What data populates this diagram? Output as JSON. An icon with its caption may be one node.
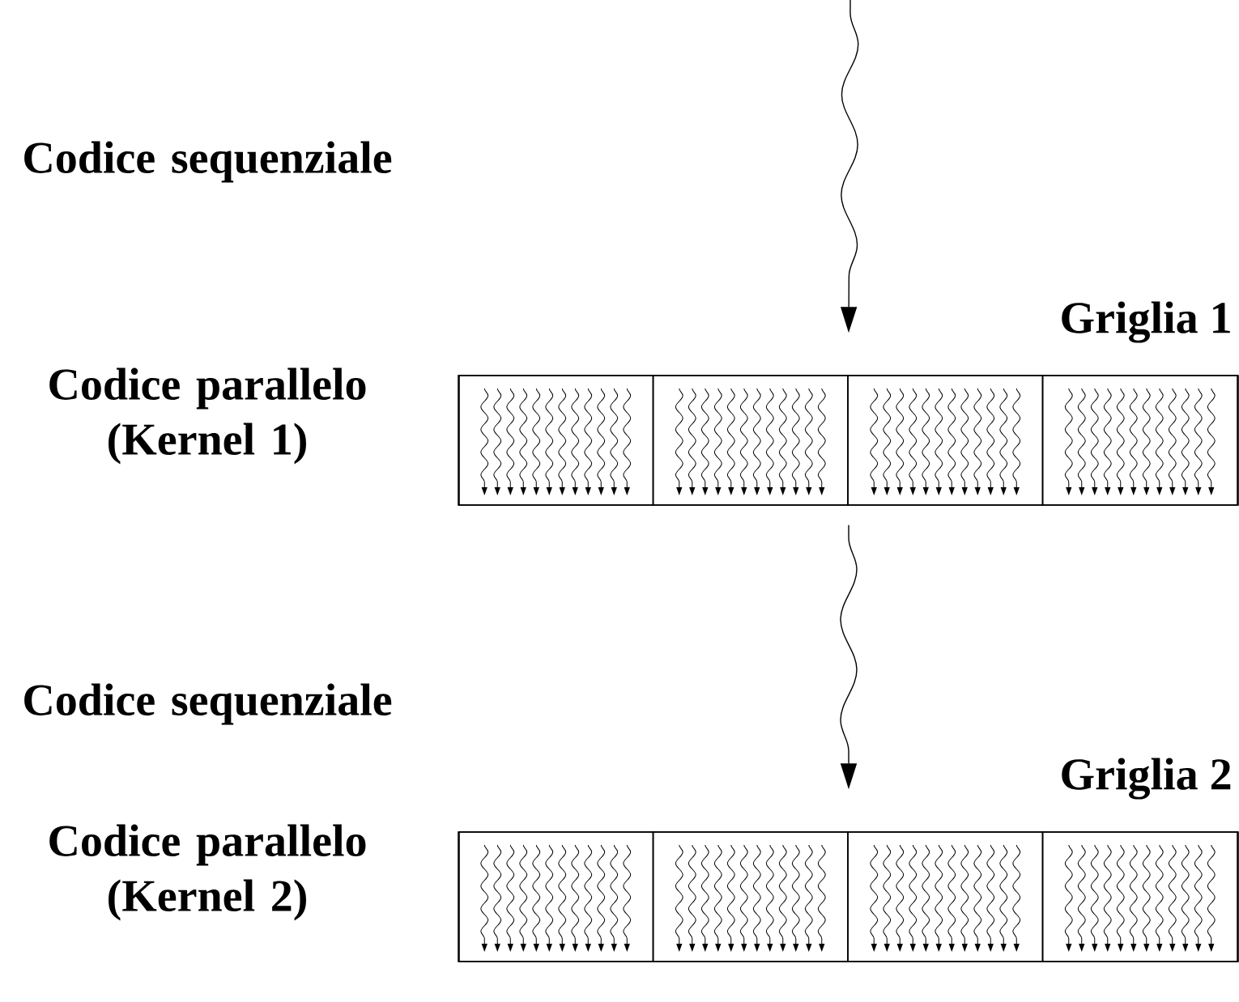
{
  "diagram": {
    "nodes": [
      {
        "text": [
          "Griglia 1"
        ]
      },
      {
        "text": [],
        "shape": "box",
        "in": 0
      },
      {
        "text": [],
        "shape": "box",
        "in": 0
      },
      {
        "text": [],
        "shape": "box",
        "in": 0
      },
      {
        "text": [],
        "shape": "box",
        "in": 0
      },
      {
        "text": [
          "Griglia 2"
        ]
      },
      {
        "text": [],
        "shape": "box",
        "in": 5
      },
      {
        "text": [],
        "shape": "box",
        "in": 5
      },
      {
        "text": [],
        "shape": "box",
        "in": 5
      },
      {
        "text": [],
        "shape": "box",
        "in": 5
      }
    ],
    "edges": [
      {
        "from": null,
        "to": 0,
        "arrow": "to"
      },
      {
        "from": 0,
        "to": 5,
        "arrow": "to"
      }
    ],
    "labels": [
      "Codice sequenziale",
      "Codice parallelo (Kernel 1)",
      "Codice sequenziale",
      "Codice parallelo (Kernel 2)"
    ]
  }
}
